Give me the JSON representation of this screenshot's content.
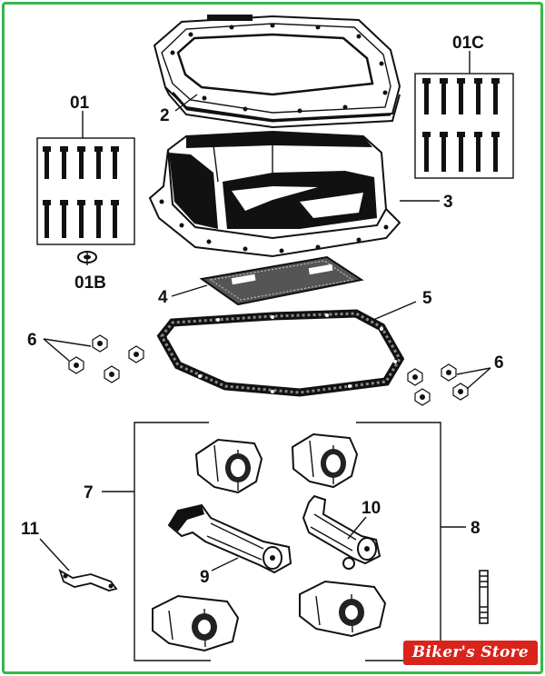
{
  "store_badge": "Biker's Store",
  "labels": {
    "l01": "01",
    "l01b": "01B",
    "l01c": "01C",
    "l2": "2",
    "l3": "3",
    "l4": "4",
    "l5": "5",
    "l6a": "6",
    "l6b": "6",
    "l7": "7",
    "l8": "8",
    "l9": "9",
    "l10": "10",
    "l11": "11"
  },
  "colors": {
    "frame": "#35b84a",
    "badge": "#d9231b",
    "ink": "#111111"
  }
}
